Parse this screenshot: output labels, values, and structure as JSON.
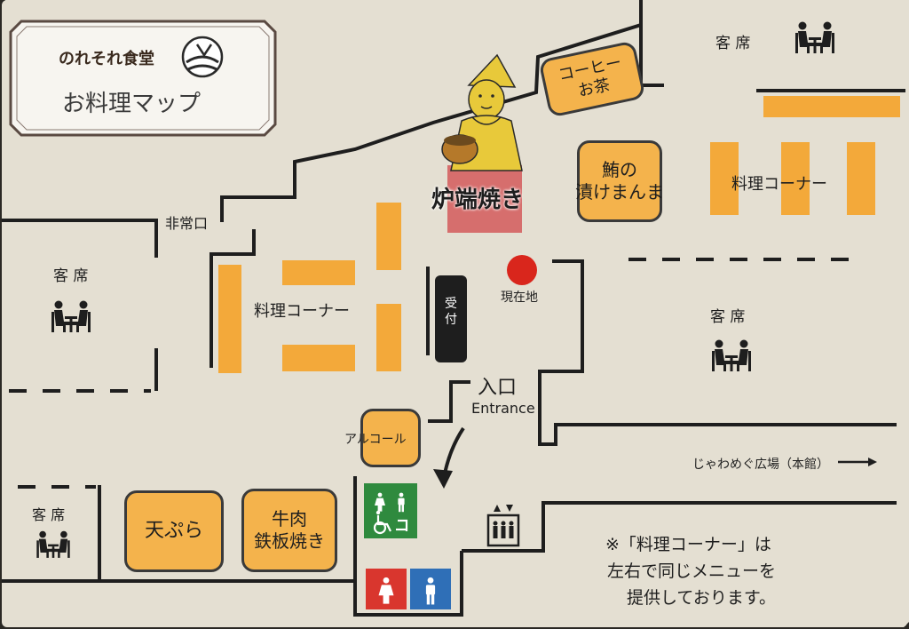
{
  "colors": {
    "paper": "#e4dfd2",
    "wall": "#1e1e1e",
    "counter": "#f3a93a",
    "current_location": "#d9261c",
    "toilet_women": "#d9362e",
    "toilet_men": "#2f6fb7",
    "accessible": "#2f8a3e",
    "reception": "#1e1e1e"
  },
  "header": {
    "logo_text": "のれそれ食堂",
    "title": "お料理マップ",
    "emblem_icon": "ship-emblem-icon"
  },
  "labels": {
    "seats": "客 席",
    "emergency_exit": "非常口",
    "cooking_corner": "料理コーナー",
    "reception": "受付",
    "current_location": "現在地",
    "entrance_jp": "入口",
    "entrance_en": "Entrance",
    "robata": "炉端焼き",
    "coffee": "コーヒー",
    "tea": "お茶",
    "zuke_1": "鮪の",
    "zuke_2": "漬けまんま",
    "alcohol": "アルコール",
    "tempura": "天ぷら",
    "beef_1": "牛肉",
    "beef_2": "鉄板焼き",
    "plaza": "じゃわめぐ広場（本館）",
    "note_1": "※「料理コーナー」は",
    "note_2": "左右で同じメニューを",
    "note_3": "提供しております。"
  },
  "icons": {
    "seating": "dining-table-icon",
    "elevator": "elevator-icon",
    "accessible_toilet": "wheelchair-toilet-icon",
    "women_toilet": "women-toilet-icon",
    "men_toilet": "men-toilet-icon",
    "arrow": "arrow-right-icon",
    "chef": "chef-illustration-icon"
  }
}
